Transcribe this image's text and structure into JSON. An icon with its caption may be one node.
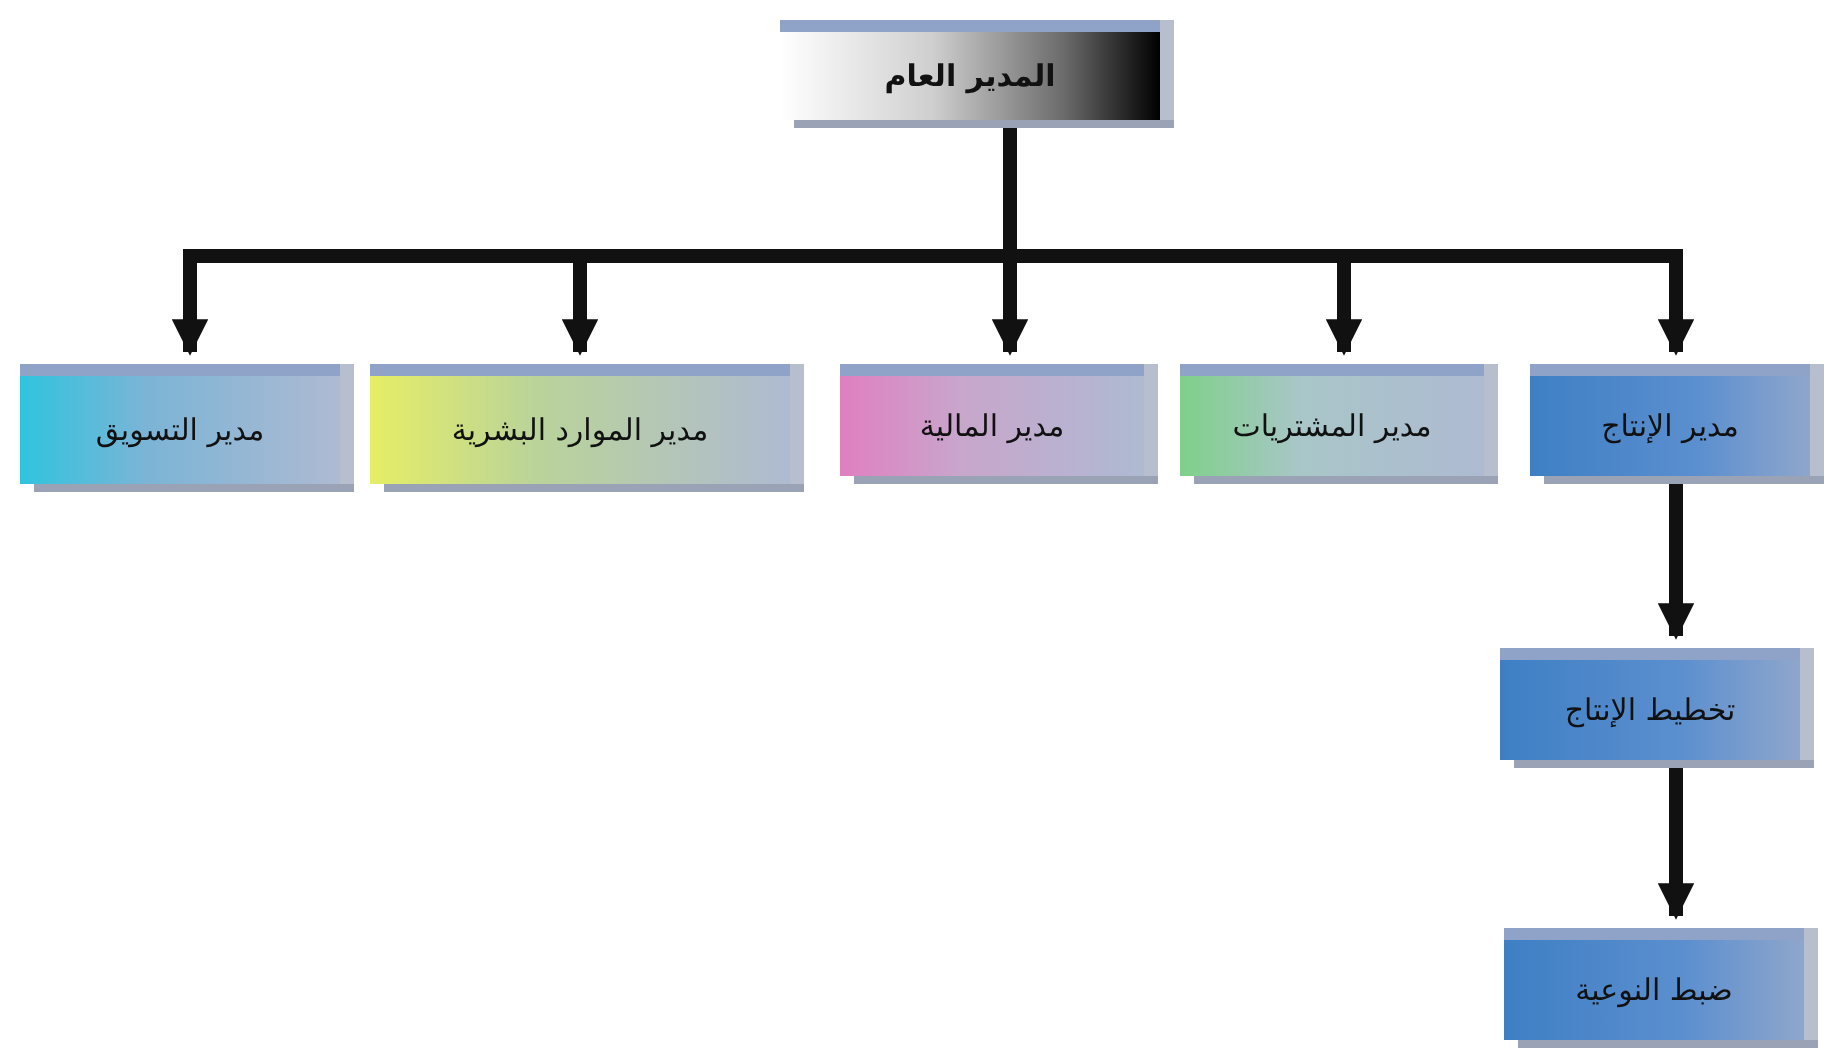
{
  "diagram": {
    "nodes": [
      {
        "text": [
          "المدير العام"
        ]
      },
      {
        "text": [
          "مدير الإنتاج"
        ]
      },
      {
        "text": [
          "مدير المشتريات"
        ]
      },
      {
        "text": [
          "مدير المالية"
        ]
      },
      {
        "text": [
          "مدير الموارد البشرية"
        ]
      },
      {
        "text": [
          "مدير التسويق"
        ]
      },
      {
        "text": [
          "تخطيط الإنتاج"
        ]
      },
      {
        "text": [
          "ضبط النوعية"
        ]
      }
    ],
    "edges": [
      {
        "from": 0,
        "to": 1,
        "arrow": "to"
      },
      {
        "from": 0,
        "to": 2,
        "arrow": "to"
      },
      {
        "from": 0,
        "to": 3,
        "arrow": "to"
      },
      {
        "from": 0,
        "to": 4,
        "arrow": "to"
      },
      {
        "from": 0,
        "to": 5,
        "arrow": "to"
      },
      {
        "from": 1,
        "to": 6,
        "arrow": "to"
      },
      {
        "from": 6,
        "to": 7,
        "arrow": "to"
      }
    ]
  }
}
